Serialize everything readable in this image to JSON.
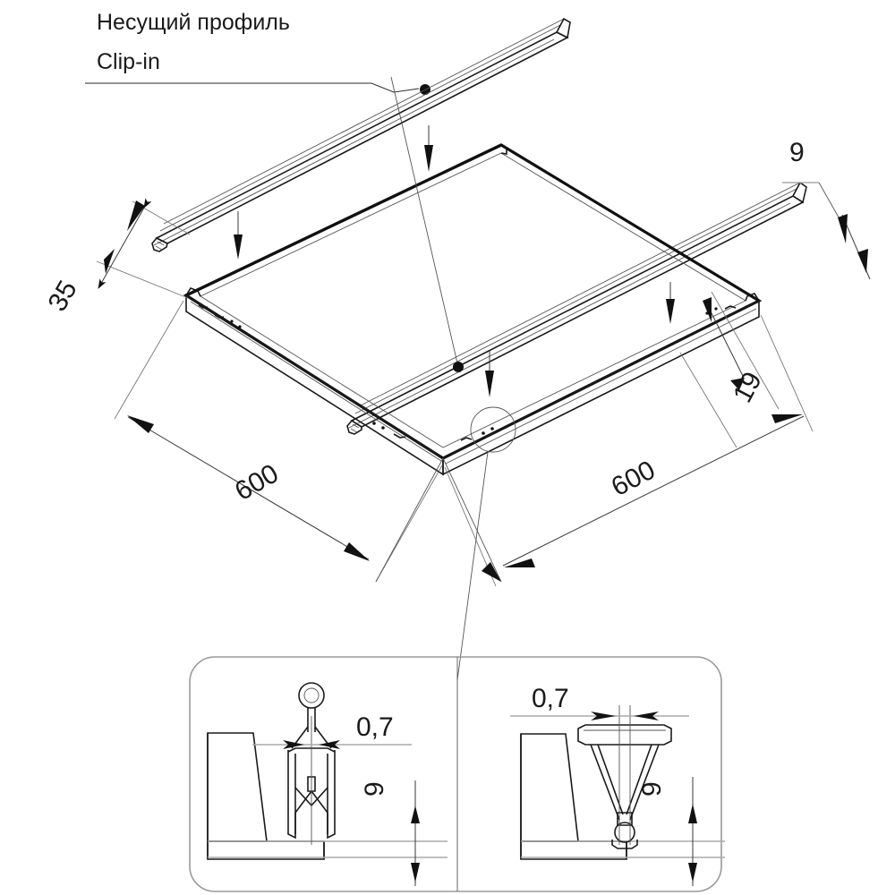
{
  "drawing": {
    "title_label": {
      "line1": "Несущий профиль",
      "line2": "Clip-in"
    },
    "dimensions": {
      "height_35": "35",
      "width_left_600": "600",
      "width_right_600": "600",
      "rail_height_19": "19",
      "rail_thickness_9": "9"
    },
    "detail_left": {
      "thickness": "0,7",
      "height": "9"
    },
    "detail_right": {
      "thickness": "0,7",
      "height": "9"
    },
    "colors": {
      "line": "#1a1a1a",
      "thin_line": "#555555",
      "dim_line": "#3a3a3a",
      "detail_box_border": "#9a9a9a",
      "background": "#ffffff"
    },
    "icons": {
      "leader_dot": "leader-dot",
      "arrow_down": "down-arrow",
      "detail_circle": "detail-circle"
    }
  }
}
